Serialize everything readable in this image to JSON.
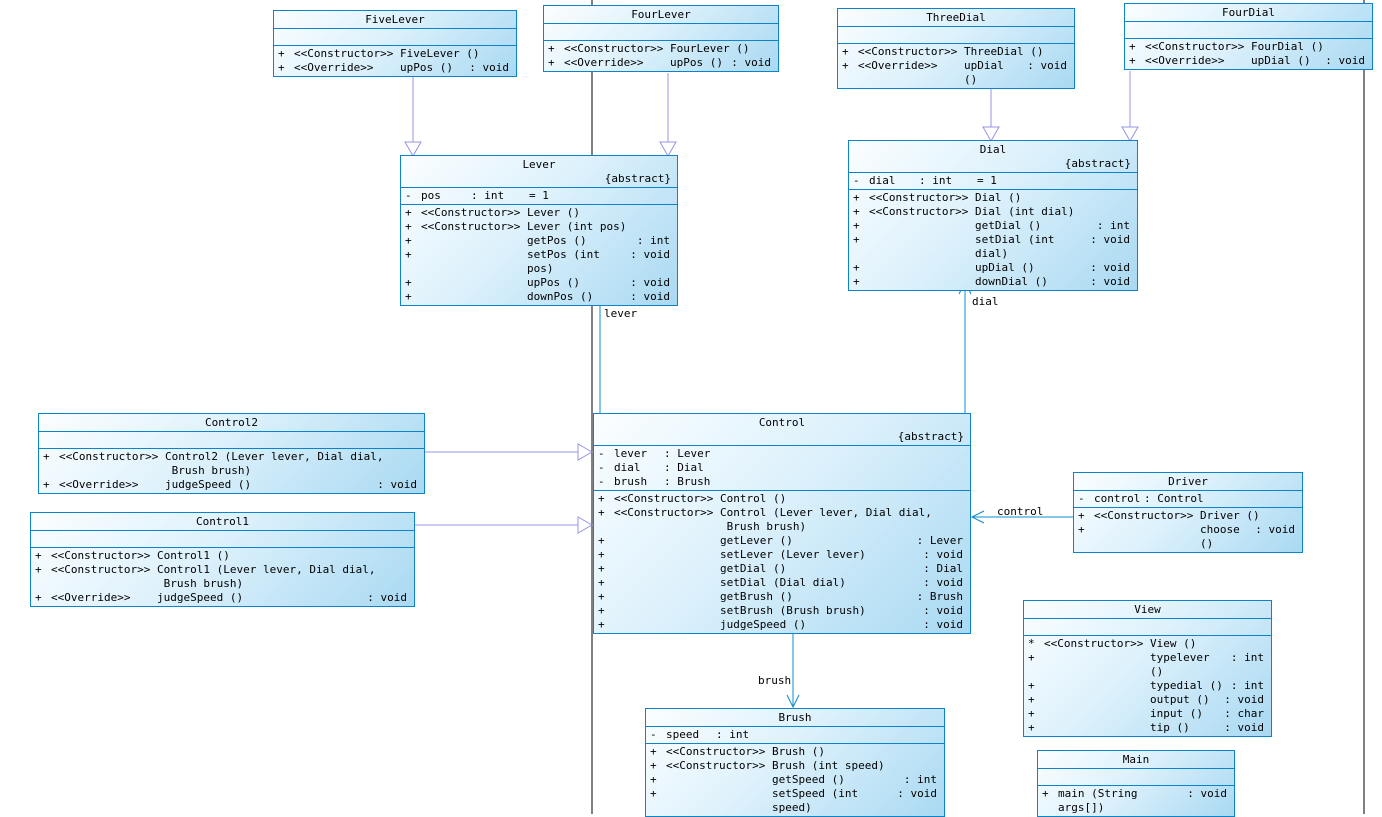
{
  "diagram_title": "UML class diagram",
  "colors": {
    "box_border": "#0d84c9",
    "box_fill_light": "#fbfeff",
    "box_fill_dark": "#a9d9f2",
    "generalization_arrow": "#9494e6",
    "association_arrow": "#0d8ccc",
    "page_line": "#000000"
  },
  "classes": [
    {
      "title": "FiveLever",
      "abstract_tag": "",
      "attributes": [],
      "methods": [
        {
          "vis": "+",
          "stereo": "<<Constructor>>",
          "name": "FiveLever ()",
          "type": ""
        },
        {
          "vis": "+",
          "stereo": "<<Override>>",
          "name": "upPos ()",
          "type": ": void"
        }
      ]
    },
    {
      "title": "FourLever",
      "abstract_tag": "",
      "attributes": [],
      "methods": [
        {
          "vis": "+",
          "stereo": "<<Constructor>>",
          "name": "FourLever ()",
          "type": ""
        },
        {
          "vis": "+",
          "stereo": "<<Override>>",
          "name": "upPos ()",
          "type": ": void"
        }
      ]
    },
    {
      "title": "ThreeDial",
      "abstract_tag": "",
      "attributes": [],
      "methods": [
        {
          "vis": "+",
          "stereo": "<<Constructor>>",
          "name": "ThreeDial ()",
          "type": ""
        },
        {
          "vis": "+",
          "stereo": "<<Override>>",
          "name": "upDial ()",
          "type": ": void"
        }
      ]
    },
    {
      "title": "FourDial",
      "abstract_tag": "",
      "attributes": [],
      "methods": [
        {
          "vis": "+",
          "stereo": "<<Constructor>>",
          "name": "FourDial ()",
          "type": ""
        },
        {
          "vis": "+",
          "stereo": "<<Override>>",
          "name": "upDial ()",
          "type": ": void"
        }
      ]
    },
    {
      "title": "Lever",
      "abstract_tag": "{abstract}",
      "attributes": [
        {
          "vis": "-",
          "name": "pos",
          "type": ": int",
          "default": "= 1"
        }
      ],
      "methods": [
        {
          "vis": "+",
          "stereo": "<<Constructor>>",
          "name": "Lever ()",
          "type": ""
        },
        {
          "vis": "+",
          "stereo": "<<Constructor>>",
          "name": "Lever (int pos)",
          "type": ""
        },
        {
          "vis": "+",
          "stereo": "",
          "name": "getPos ()",
          "type": ": int"
        },
        {
          "vis": "+",
          "stereo": "",
          "name": "setPos (int pos)",
          "type": ": void"
        },
        {
          "vis": "+",
          "stereo": "",
          "name": "upPos ()",
          "type": ": void"
        },
        {
          "vis": "+",
          "stereo": "",
          "name": "downPos ()",
          "type": ": void"
        }
      ]
    },
    {
      "title": "Dial",
      "abstract_tag": "{abstract}",
      "attributes": [
        {
          "vis": "-",
          "name": "dial",
          "type": ": int",
          "default": "= 1"
        }
      ],
      "methods": [
        {
          "vis": "+",
          "stereo": "<<Constructor>>",
          "name": "Dial ()",
          "type": ""
        },
        {
          "vis": "+",
          "stereo": "<<Constructor>>",
          "name": "Dial (int dial)",
          "type": ""
        },
        {
          "vis": "+",
          "stereo": "",
          "name": "getDial ()",
          "type": ": int"
        },
        {
          "vis": "+",
          "stereo": "",
          "name": "setDial (int dial)",
          "type": ": void"
        },
        {
          "vis": "+",
          "stereo": "",
          "name": "upDial ()",
          "type": ": void"
        },
        {
          "vis": "+",
          "stereo": "",
          "name": "downDial ()",
          "type": ": void"
        }
      ]
    },
    {
      "title": "Control2",
      "abstract_tag": "",
      "attributes": [],
      "methods": [
        {
          "vis": "+",
          "stereo": "<<Constructor>>",
          "name": "Control2 (Lever lever, Dial dial,\n Brush brush)",
          "type": ""
        },
        {
          "vis": "+",
          "stereo": "<<Override>>",
          "name": "judgeSpeed ()",
          "type": ": void"
        }
      ]
    },
    {
      "title": "Control1",
      "abstract_tag": "",
      "attributes": [],
      "methods": [
        {
          "vis": "+",
          "stereo": "<<Constructor>>",
          "name": "Control1 ()",
          "type": ""
        },
        {
          "vis": "+",
          "stereo": "<<Constructor>>",
          "name": "Control1 (Lever lever, Dial dial,\n Brush brush)",
          "type": ""
        },
        {
          "vis": "+",
          "stereo": "<<Override>>",
          "name": "judgeSpeed ()",
          "type": ": void"
        }
      ]
    },
    {
      "title": "Control",
      "abstract_tag": "{abstract}",
      "attributes": [
        {
          "vis": "-",
          "name": "lever",
          "type": ": Lever",
          "default": ""
        },
        {
          "vis": "-",
          "name": "dial",
          "type": ": Dial",
          "default": ""
        },
        {
          "vis": "-",
          "name": "brush",
          "type": ": Brush",
          "default": ""
        }
      ],
      "methods": [
        {
          "vis": "+",
          "stereo": "<<Constructor>>",
          "name": "Control ()",
          "type": ""
        },
        {
          "vis": "+",
          "stereo": "<<Constructor>>",
          "name": "Control (Lever lever, Dial dial,\n Brush brush)",
          "type": ""
        },
        {
          "vis": "+",
          "stereo": "",
          "name": "getLever ()",
          "type": ": Lever"
        },
        {
          "vis": "+",
          "stereo": "",
          "name": "setLever (Lever lever)",
          "type": ": void"
        },
        {
          "vis": "+",
          "stereo": "",
          "name": "getDial ()",
          "type": ": Dial"
        },
        {
          "vis": "+",
          "stereo": "",
          "name": "setDial (Dial dial)",
          "type": ": void"
        },
        {
          "vis": "+",
          "stereo": "",
          "name": "getBrush ()",
          "type": ": Brush"
        },
        {
          "vis": "+",
          "stereo": "",
          "name": "setBrush (Brush brush)",
          "type": ": void"
        },
        {
          "vis": "+",
          "stereo": "",
          "name": "judgeSpeed ()",
          "type": ": void"
        }
      ]
    },
    {
      "title": "Driver",
      "abstract_tag": "",
      "attributes": [
        {
          "vis": "-",
          "name": "control",
          "type": ": Control",
          "default": ""
        }
      ],
      "methods": [
        {
          "vis": "+",
          "stereo": "<<Constructor>>",
          "name": "Driver ()",
          "type": ""
        },
        {
          "vis": "+",
          "stereo": "",
          "name": "choose ()",
          "type": ": void"
        }
      ]
    },
    {
      "title": "View",
      "abstract_tag": "",
      "attributes": [],
      "methods": [
        {
          "vis": "*",
          "stereo": "<<Constructor>>",
          "name": "View ()",
          "type": ""
        },
        {
          "vis": "+",
          "stereo": "",
          "name": "typelever ()",
          "type": ": int"
        },
        {
          "vis": "+",
          "stereo": "",
          "name": "typedial ()",
          "type": ": int"
        },
        {
          "vis": "+",
          "stereo": "",
          "name": "output ()",
          "type": ": void"
        },
        {
          "vis": "+",
          "stereo": "",
          "name": "input ()",
          "type": ": char"
        },
        {
          "vis": "+",
          "stereo": "",
          "name": "tip ()",
          "type": ": void"
        }
      ]
    },
    {
      "title": "Brush",
      "abstract_tag": "",
      "attributes": [
        {
          "vis": "-",
          "name": "speed",
          "type": ": int",
          "default": ""
        }
      ],
      "methods": [
        {
          "vis": "+",
          "stereo": "<<Constructor>>",
          "name": "Brush ()",
          "type": ""
        },
        {
          "vis": "+",
          "stereo": "<<Constructor>>",
          "name": "Brush (int speed)",
          "type": ""
        },
        {
          "vis": "+",
          "stereo": "",
          "name": "getSpeed ()",
          "type": ": int"
        },
        {
          "vis": "+",
          "stereo": "",
          "name": "setSpeed (int speed)",
          "type": ": void"
        }
      ]
    },
    {
      "title": "Main",
      "abstract_tag": "",
      "attributes": [],
      "methods": [
        {
          "vis": "+",
          "stereo": "",
          "name": "main (String args[])",
          "type": ": void"
        }
      ]
    }
  ],
  "edge_labels": {
    "lever": "lever",
    "dial": "dial",
    "brush": "brush",
    "control": "control"
  }
}
